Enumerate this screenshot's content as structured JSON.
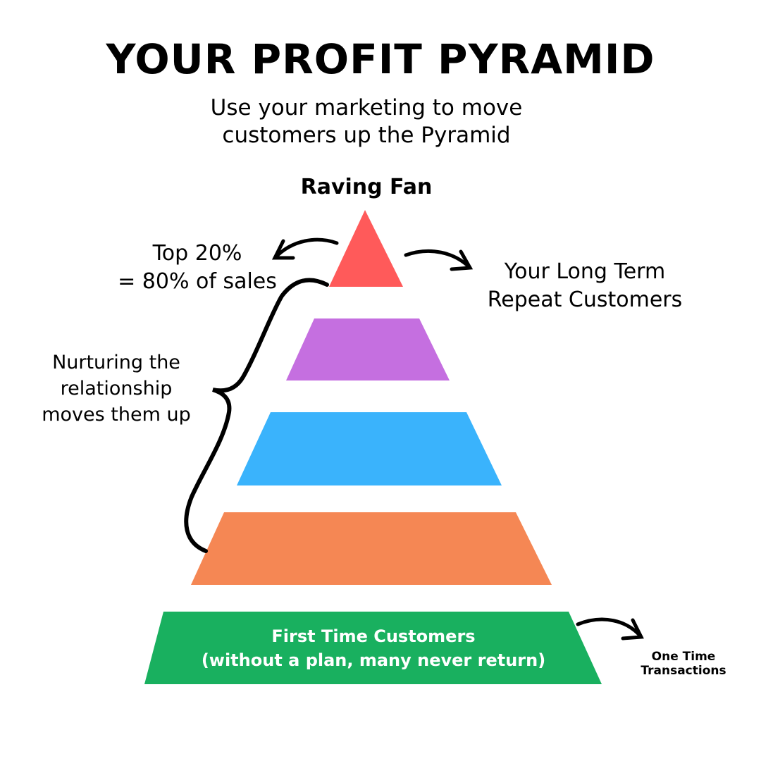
{
  "title": "YOUR PROFIT PYRAMID",
  "subtitle": [
    "Use your marketing to move",
    "customers up the Pyramid"
  ],
  "top_label": "Raving Fan",
  "left_note": [
    "Top 20%",
    "= 80% of sales"
  ],
  "right_note": [
    "Your Long Term",
    "Repeat Customers"
  ],
  "brace_note": [
    "Nurturing the",
    "relationship",
    "moves them up"
  ],
  "base_label": [
    "First Time Customers",
    "(without a plan, many never return)"
  ],
  "base_note": [
    "One Time",
    "Transactions"
  ],
  "colors": {
    "tier1": "#ff5a5a",
    "tier2": "#c56fe0",
    "tier3": "#3ab3fc",
    "tier4": "#f58754",
    "tier5": "#19b05f"
  }
}
